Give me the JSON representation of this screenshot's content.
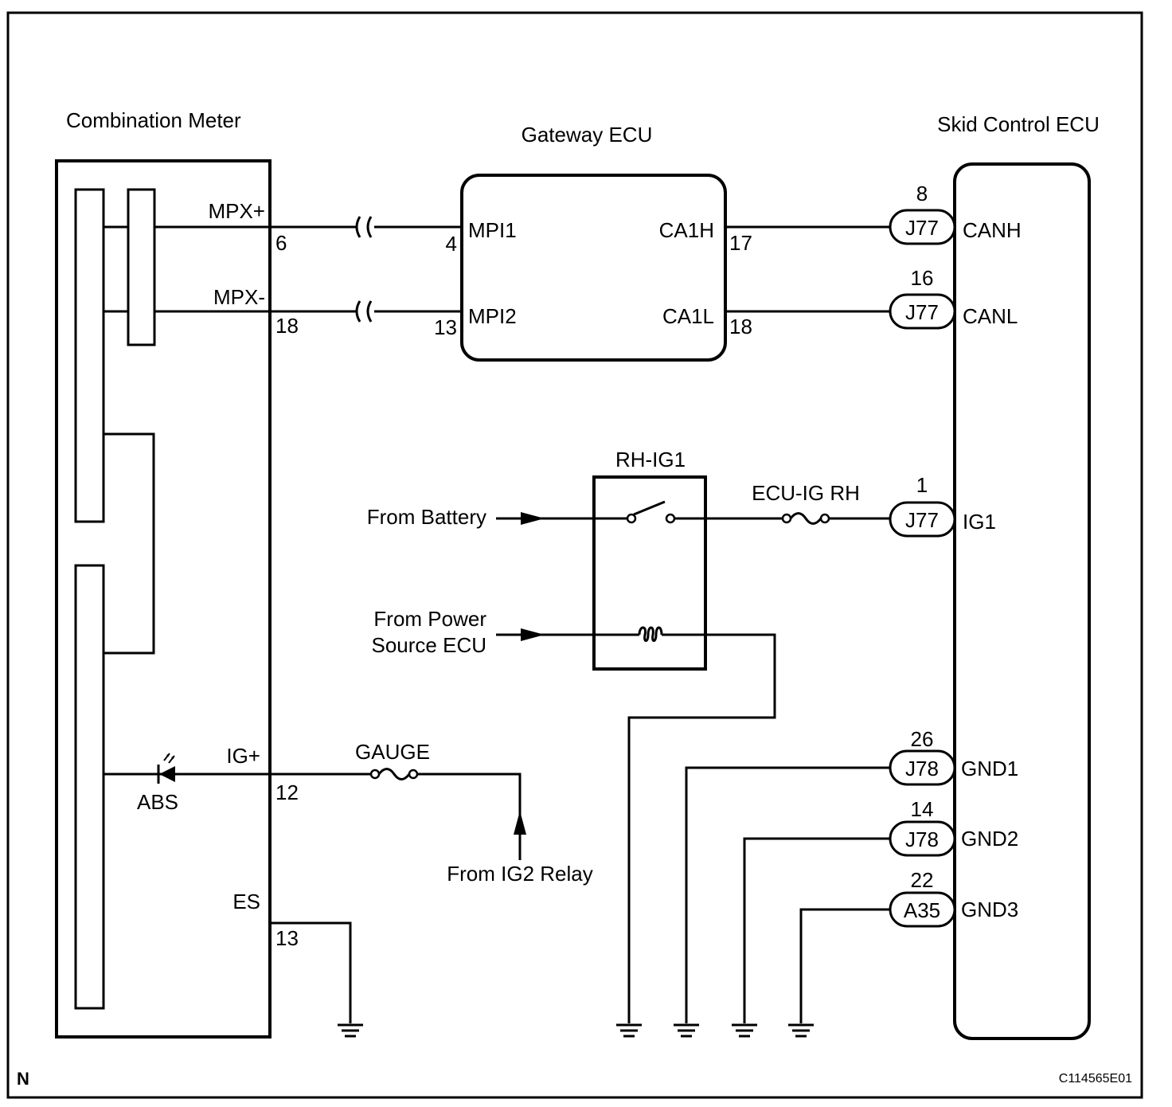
{
  "components": {
    "combination_meter": "Combination Meter",
    "gateway_ecu": "Gateway ECU",
    "skid_control_ecu": "Skid Control ECU",
    "relay": "RH-IG1"
  },
  "meter_terminals": {
    "mpx_plus": {
      "name": "MPX+",
      "pin": "6"
    },
    "mpx_minus": {
      "name": "MPX-",
      "pin": "18"
    },
    "ig_plus": {
      "name": "IG+",
      "pin": "12"
    },
    "es": {
      "name": "ES",
      "pin": "13"
    },
    "indicator": "ABS"
  },
  "gateway_terminals": {
    "mpi1": {
      "name": "MPI1",
      "pin": "4"
    },
    "mpi2": {
      "name": "MPI2",
      "pin": "13"
    },
    "ca1h": {
      "name": "CA1H",
      "pin": "17"
    },
    "ca1l": {
      "name": "CA1L",
      "pin": "18"
    }
  },
  "skid_terminals": {
    "canh": {
      "name": "CANH",
      "pin": "8",
      "connector": "J77"
    },
    "canl": {
      "name": "CANL",
      "pin": "16",
      "connector": "J77"
    },
    "ig1": {
      "name": "IG1",
      "pin": "1",
      "connector": "J77"
    },
    "gnd1": {
      "name": "GND1",
      "pin": "26",
      "connector": "J78"
    },
    "gnd2": {
      "name": "GND2",
      "pin": "14",
      "connector": "J78"
    },
    "gnd3": {
      "name": "GND3",
      "pin": "22",
      "connector": "A35"
    }
  },
  "fuses": {
    "ecu_ig_rh": "ECU-IG RH",
    "gauge": "GAUGE"
  },
  "sources": {
    "battery": "From Battery",
    "power_source_line1": "From Power",
    "power_source_line2": "Source ECU",
    "ig2_relay": "From IG2 Relay"
  },
  "corner_label": "N",
  "figure_id": "C114565E01"
}
